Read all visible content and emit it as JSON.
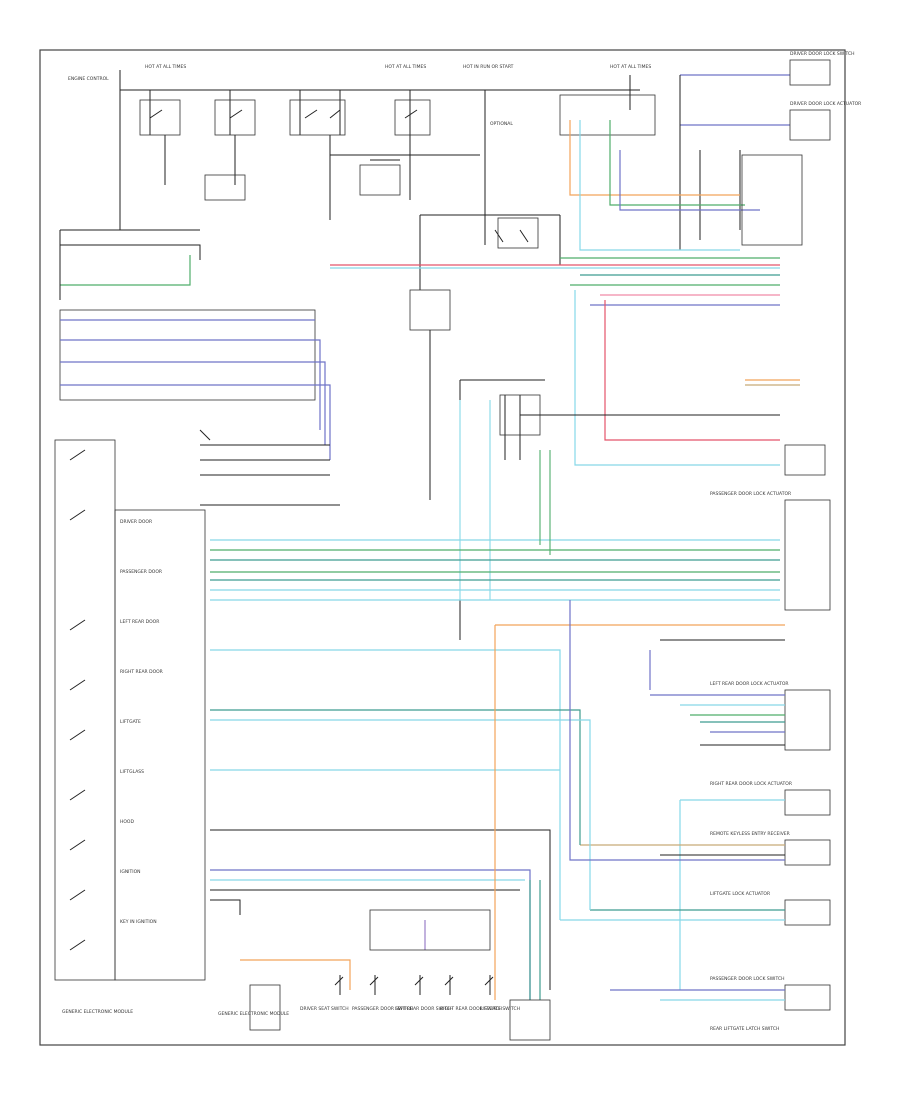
{
  "diagram": {
    "top_labels": {
      "fuse_a": "HOT AT ALL TIMES",
      "fuse_b": "HOT AT ALL TIMES",
      "fuse_c": "HOT IN RUN OR START",
      "fuse_d": "HOT AT ALL TIMES",
      "optional": "OPTIONAL"
    },
    "left_panel": {
      "title": "GENERIC ELECTRONIC MODULE",
      "switch_top": "ENGINE CONTROL",
      "labels": [
        "DRIVER DOOR",
        "PASSENGER DOOR",
        "LEFT REAR DOOR",
        "RIGHT REAR DOOR",
        "LIFTGATE",
        "LIFTGLASS",
        "HOOD",
        "IGNITION",
        "KEY IN IGNITION"
      ]
    },
    "module_bottom": "GENERIC ELECTRONIC MODULE",
    "bottom_labels": [
      "DRIVER SEAT SWITCH",
      "PASSENGER DOOR SWITCH",
      "LEFT REAR DOOR SWITCH",
      "RIGHT REAR DOOR SWITCH",
      "LIFTGATE SWITCH"
    ],
    "right_labels": [
      "DRIVER DOOR LOCK SWITCH",
      "DRIVER DOOR LOCK ACTUATOR",
      "PASSENGER DOOR LOCK ACTUATOR",
      "LEFT REAR DOOR LOCK ACTUATOR",
      "RIGHT REAR DOOR LOCK ACTUATOR",
      "REMOTE KEYLESS ENTRY RECEIVER",
      "LIFTGATE LOCK ACTUATOR",
      "PASSENGER DOOR LOCK SWITCH",
      "REAR LIFTGATE LATCH SWITCH"
    ],
    "wire_colors": {
      "blue": "#6f73c8",
      "cyan": "#86d8e8",
      "green": "#4fae6b",
      "teal": "#3f9c90",
      "orange": "#f2a35a",
      "red": "#e4546a",
      "pink": "#f08aa6",
      "tan": "#c8aa78",
      "violet": "#9a7fc8",
      "black": "#2a2a2a",
      "gray": "#8a8a8a"
    }
  }
}
